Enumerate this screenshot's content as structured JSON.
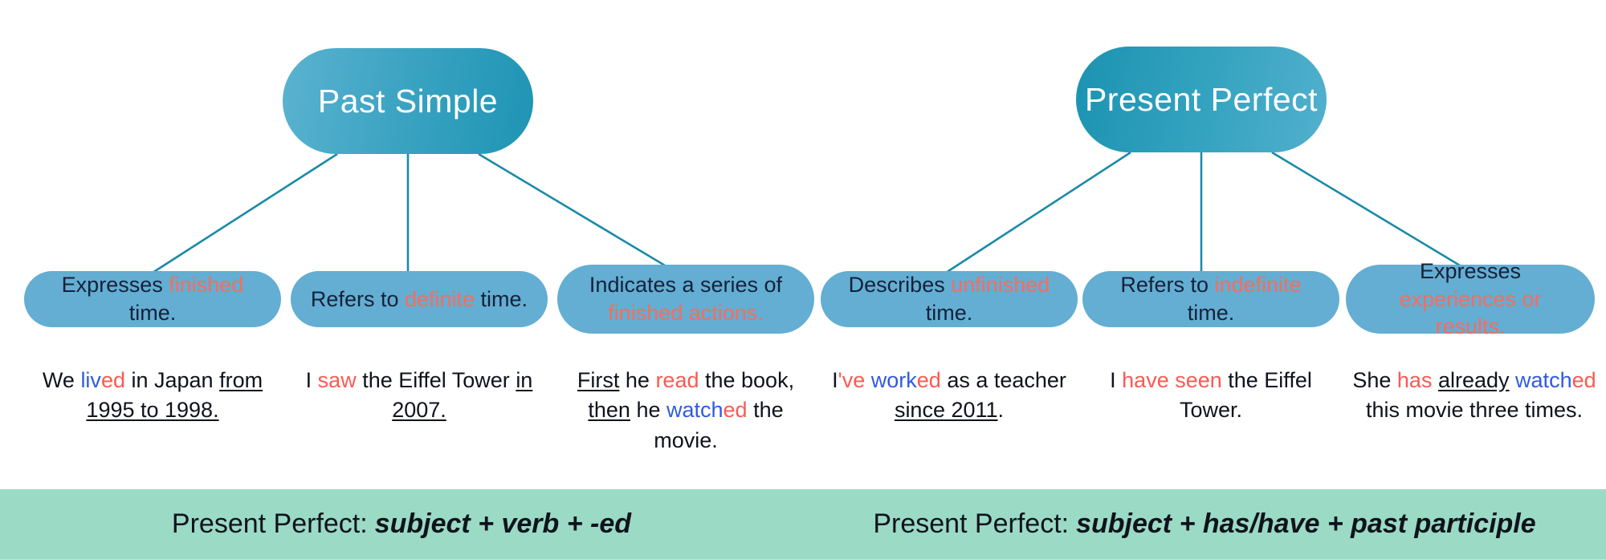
{
  "colors": {
    "pill_gradient_start": "#5bb3d0",
    "pill_gradient_end": "#1e94b4",
    "feature_box_fill": "#63aed2",
    "highlight_red": "#fa6b5f",
    "verb_stem_blue": "#2f5be0",
    "connector_line": "#1b8aa8",
    "footer_green": "#9bdac5",
    "body_text": "#10131c"
  },
  "columns": {
    "past_simple": {
      "title": "Past Simple",
      "branches": [
        {
          "feature": {
            "full": "Expresses finished time.",
            "parts": [
              {
                "text": "Expresses ",
                "style": "plain"
              },
              {
                "text": "finished",
                "style": "highlight"
              },
              {
                "text": " time.",
                "style": "plain"
              }
            ]
          },
          "example": {
            "full": "We lived in Japan from 1995 to 1998.",
            "parts": [
              {
                "text": "We ",
                "style": "plain"
              },
              {
                "text": "liv",
                "style": "blue"
              },
              {
                "text": "ed",
                "style": "red"
              },
              {
                "text": " in Japan ",
                "style": "plain"
              },
              {
                "text": "from 1995 to 1998.",
                "style": "underline"
              }
            ]
          }
        },
        {
          "feature": {
            "full": "Refers to definite time.",
            "parts": [
              {
                "text": "Refers to ",
                "style": "plain"
              },
              {
                "text": "definite",
                "style": "highlight"
              },
              {
                "text": " time.",
                "style": "plain"
              }
            ]
          },
          "example": {
            "full": "I saw the Eiffel Tower in 2007.",
            "parts": [
              {
                "text": "I ",
                "style": "plain"
              },
              {
                "text": "saw",
                "style": "red"
              },
              {
                "text": " the Eiffel Tower ",
                "style": "plain"
              },
              {
                "text": "in 2007. ",
                "style": "underline"
              }
            ]
          }
        },
        {
          "feature": {
            "full": "Indicates a series of finished actions.",
            "parts": [
              {
                "text": "Indicates a series of ",
                "style": "plain"
              },
              {
                "text": "finished actions.",
                "style": "highlight"
              }
            ]
          },
          "example": {
            "full": "First he read the book, then he watched the movie.",
            "parts": [
              {
                "text": "First",
                "style": "underline"
              },
              {
                "text": " he ",
                "style": "plain"
              },
              {
                "text": "read",
                "style": "red"
              },
              {
                "text": " the book, ",
                "style": "plain"
              },
              {
                "text": "then",
                "style": "underline"
              },
              {
                "text": " he ",
                "style": "plain"
              },
              {
                "text": "watch",
                "style": "blue"
              },
              {
                "text": "ed",
                "style": "red"
              },
              {
                "text": " the movie.",
                "style": "plain"
              }
            ]
          }
        }
      ],
      "formula": {
        "label": "Present Perfect:",
        "pattern": "subject + verb + -ed"
      }
    },
    "present_perfect": {
      "title": "Present Perfect",
      "branches": [
        {
          "feature": {
            "full": "Describes unfinished time.",
            "parts": [
              {
                "text": "Describes ",
                "style": "plain"
              },
              {
                "text": "unfinished",
                "style": "highlight"
              },
              {
                "text": " time.",
                "style": "plain"
              }
            ]
          },
          "example": {
            "full": "I've worked as a teacher since 2011.",
            "parts": [
              {
                "text": "I",
                "style": "plain"
              },
              {
                "text": "'ve ",
                "style": "red"
              },
              {
                "text": "work",
                "style": "blue"
              },
              {
                "text": "ed",
                "style": "red"
              },
              {
                "text": " as a teacher ",
                "style": "plain"
              },
              {
                "text": "since 2011",
                "style": "underline"
              },
              {
                "text": ".",
                "style": "plain"
              }
            ]
          }
        },
        {
          "feature": {
            "full": "Refers to indefinite time.",
            "parts": [
              {
                "text": "Refers to ",
                "style": "plain"
              },
              {
                "text": "indefinite",
                "style": "highlight"
              },
              {
                "text": " time.",
                "style": "plain"
              }
            ]
          },
          "example": {
            "full": "I have seen the Eiffel Tower.",
            "parts": [
              {
                "text": "I ",
                "style": "plain"
              },
              {
                "text": "have seen",
                "style": "red"
              },
              {
                "text": " the Eiffel Tower.",
                "style": "plain"
              }
            ]
          }
        },
        {
          "feature": {
            "full": "Expresses experiences or results.",
            "parts": [
              {
                "text": "Expresses ",
                "style": "plain"
              },
              {
                "text": "experiences or results.",
                "style": "highlight"
              }
            ]
          },
          "example": {
            "full": "She has already watched this movie three times.",
            "parts": [
              {
                "text": "She ",
                "style": "plain"
              },
              {
                "text": "has",
                "style": "red"
              },
              {
                "text": " ",
                "style": "plain"
              },
              {
                "text": "already",
                "style": "underline"
              },
              {
                "text": " ",
                "style": "plain"
              },
              {
                "text": "watch",
                "style": "blue"
              },
              {
                "text": "ed",
                "style": "red"
              },
              {
                "text": " this movie three times.",
                "style": "plain"
              }
            ]
          }
        }
      ],
      "formula": {
        "label": "Present Perfect:",
        "pattern": "subject + has/have + past participle"
      }
    }
  }
}
